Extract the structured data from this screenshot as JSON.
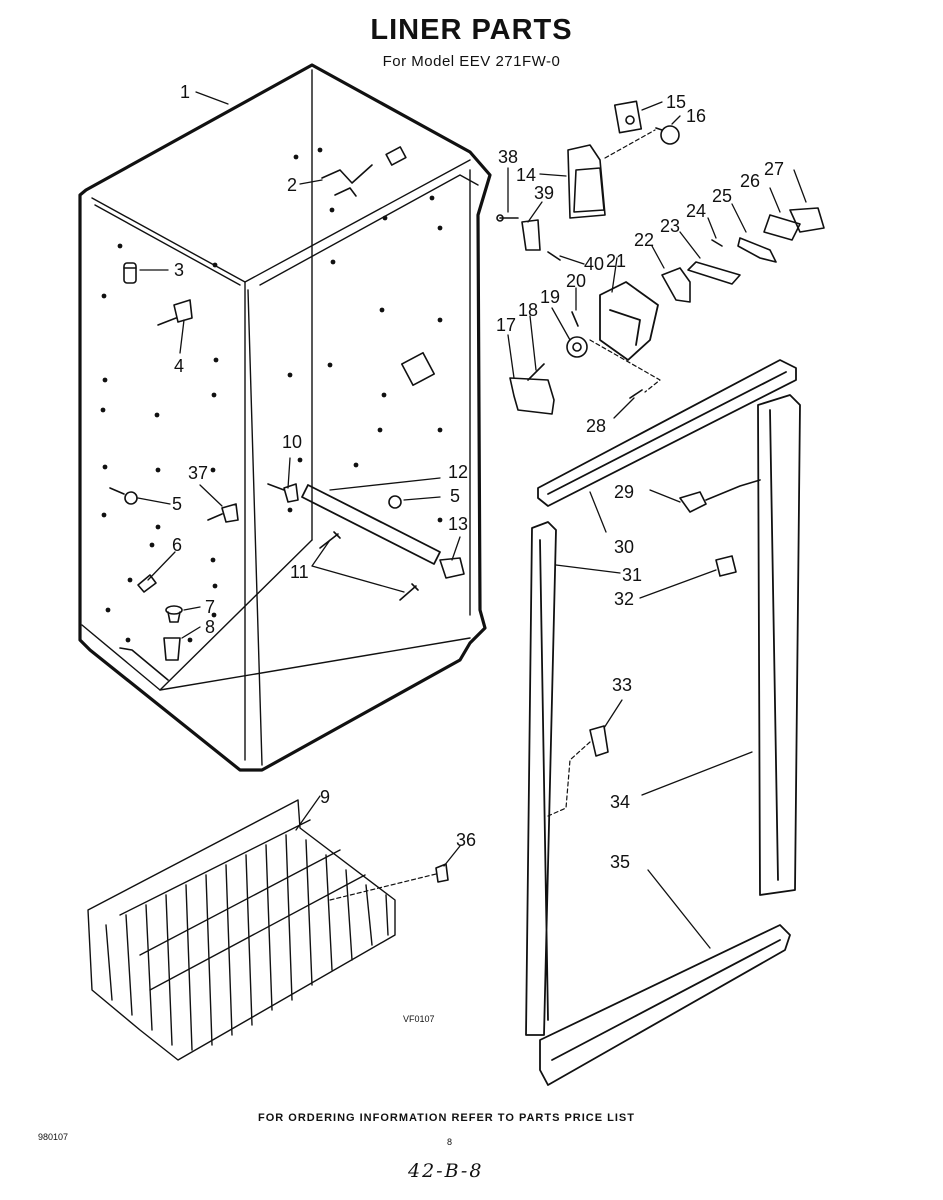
{
  "title": "LINER PARTS",
  "subtitle": "For Model EEV 271FW-0",
  "figure_code": "VF0107",
  "footer_note": "FOR ORDERING INFORMATION REFER TO PARTS PRICE LIST",
  "doc_number": "980107",
  "page_number": "8",
  "handwritten_note": "42-B-8",
  "callouts": [
    "1",
    "2",
    "3",
    "4",
    "5",
    "5",
    "6",
    "7",
    "8",
    "9",
    "10",
    "11",
    "12",
    "13",
    "14",
    "15",
    "16",
    "17",
    "18",
    "19",
    "20",
    "21",
    "22",
    "23",
    "24",
    "25",
    "26",
    "27",
    "28",
    "29",
    "30",
    "31",
    "32",
    "33",
    "34",
    "35",
    "36",
    "37",
    "38",
    "39",
    "40"
  ]
}
